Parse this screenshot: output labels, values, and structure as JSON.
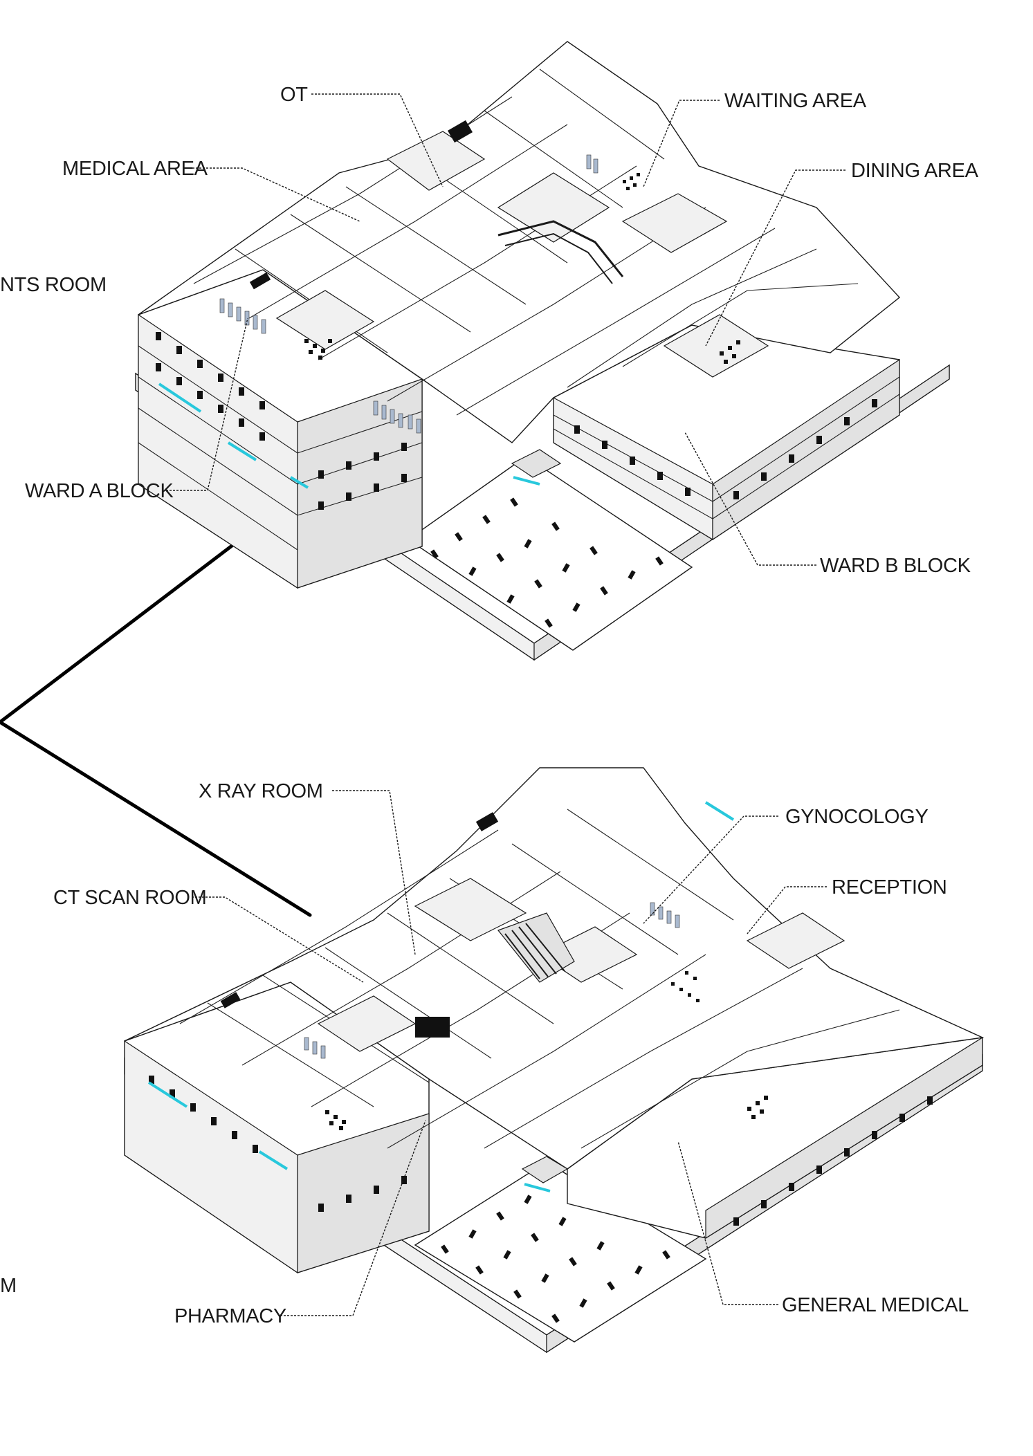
{
  "upper_plan": {
    "labels": {
      "ot": "OT",
      "waiting_area": "WAITING AREA",
      "medical_area": "MEDICAL AREA",
      "dining_area": "DINING AREA",
      "nts_room": "NTS ROOM",
      "ward_a_block": "WARD A BLOCK",
      "ward_b_block": "WARD B BLOCK"
    }
  },
  "lower_plan": {
    "labels": {
      "x_ray_room": "X RAY ROOM",
      "gynocology": "GYNOCOLOGY",
      "ct_scan_room": "CT SCAN ROOM",
      "reception": "RECEPTION",
      "m": "M",
      "pharmacy": "PHARMACY",
      "general_medical": "GENERAL MEDICAL"
    }
  },
  "colors": {
    "line": "#1a1a1a",
    "background": "#ffffff",
    "accent_cyan": "#28c8dc",
    "bed_blue": "#a9b9cf"
  }
}
